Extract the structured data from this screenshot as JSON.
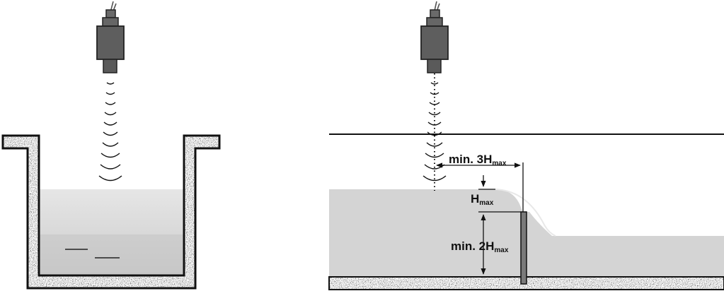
{
  "labels": {
    "min3": "min. 3H",
    "h": "H",
    "min2": "min. 2H",
    "sub": "max"
  },
  "colors": {
    "sensor_body": "#5e5e5e",
    "sensor_edge": "#2a2a2a",
    "liquid_light": "#e4e4e4",
    "liquid_dark": "#cacaca",
    "flow_water": "#d4d4d4",
    "concrete": "#6b6b6b",
    "weir_plate": "#7a7a7a"
  },
  "icons": [
    "ultrasonic-sensor-icon",
    "sound-wave-icon"
  ]
}
